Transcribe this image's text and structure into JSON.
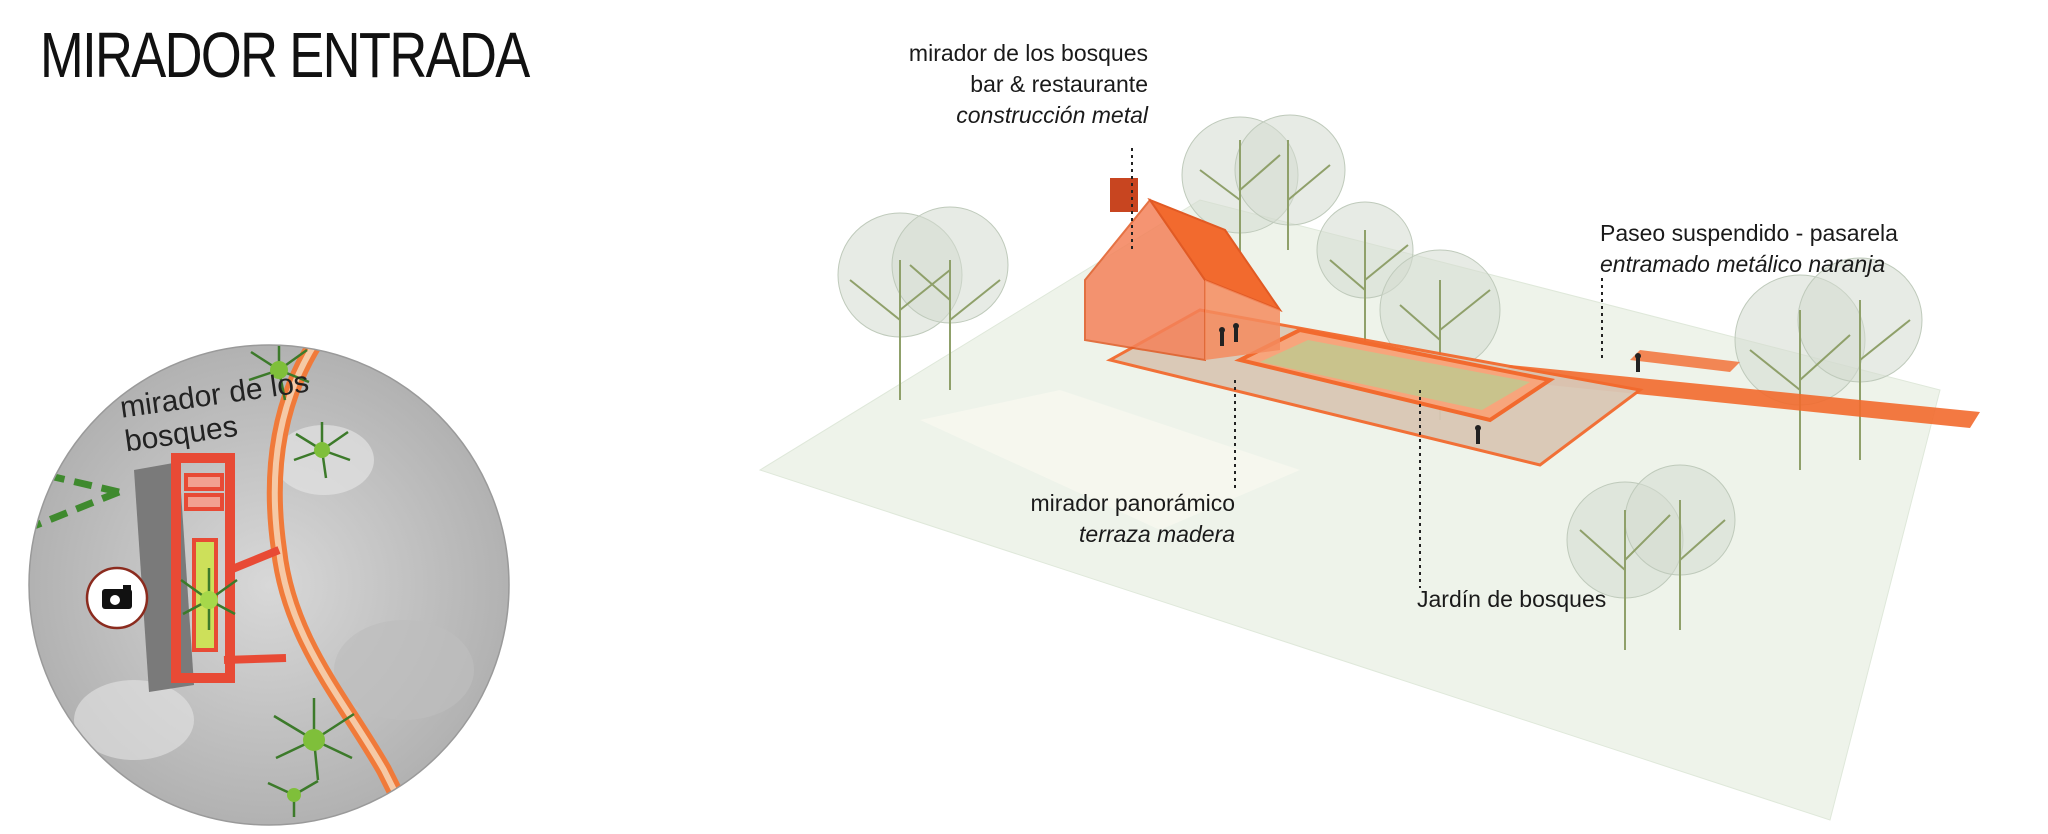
{
  "title": "MIRADOR ENTRADA",
  "site_map": {
    "label": "mirador de los bosques",
    "camera_icon": "camera-icon",
    "colors": {
      "path": "#f07a3a",
      "building": "#e84a35",
      "view_cone": "#3f8a2e",
      "ground": "#c9c9c9"
    }
  },
  "callouts": {
    "restaurant": {
      "line1": "mirador de los bosques",
      "line2": "bar & restaurante",
      "line3": "construcción metal"
    },
    "walkway": {
      "line1": "Paseo suspendido - pasarela",
      "line2": "entramado metálico naranja"
    },
    "terrace": {
      "line1": "mirador panorámico",
      "line2": "terraza madera"
    },
    "garden": {
      "line1": "Jardín de bosques"
    }
  },
  "colors": {
    "accent": "#f26a2e",
    "ground": "#eef4ea",
    "tree": "#c9d4c4"
  }
}
